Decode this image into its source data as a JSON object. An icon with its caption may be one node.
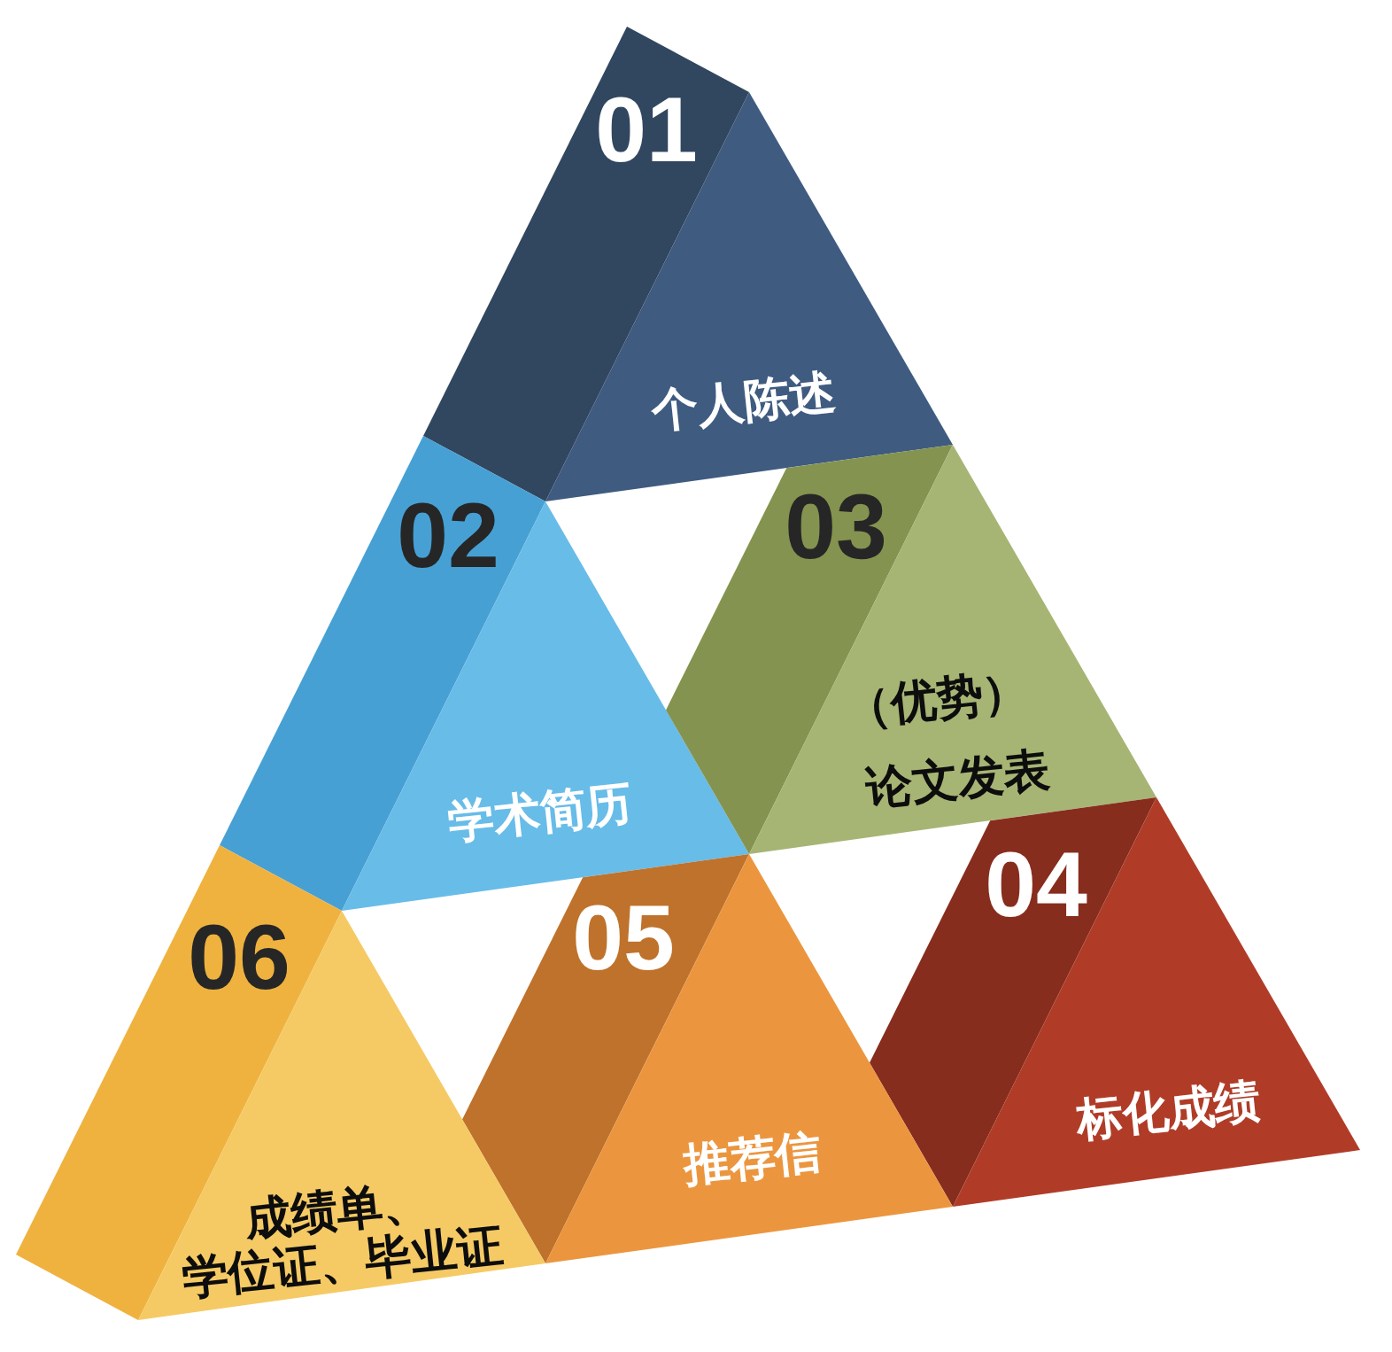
{
  "diagram": {
    "nodes": [
      {
        "text": [
          "01",
          "个人陈述"
        ]
      },
      {
        "text": [
          "02",
          "学术简历"
        ]
      },
      {
        "text": [
          "03",
          "（优势）",
          "论文发表"
        ]
      },
      {
        "text": [
          "04",
          "标化成绩"
        ]
      },
      {
        "text": [
          "05",
          "推荐信"
        ]
      },
      {
        "text": [
          "06",
          "成绩单、学位证、毕业证"
        ]
      }
    ]
  }
}
